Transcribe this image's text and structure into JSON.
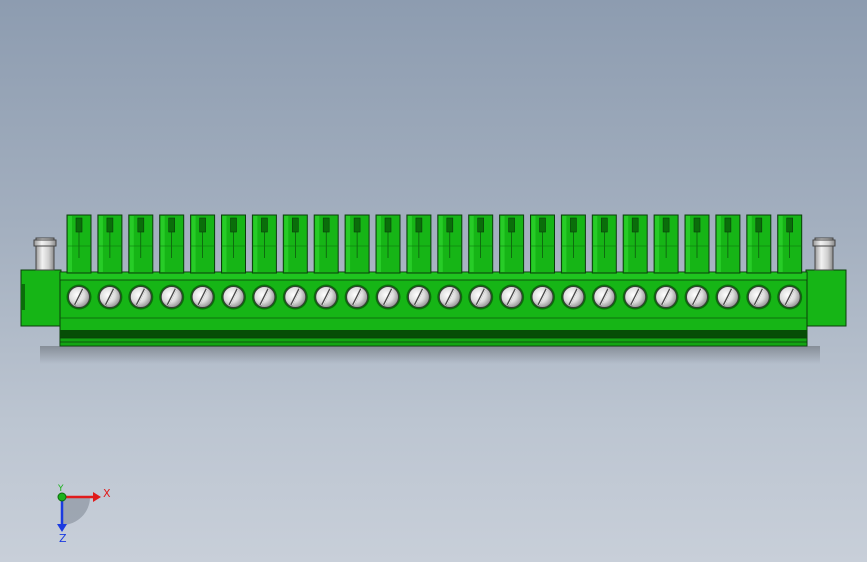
{
  "viewport": {
    "background_top": "#8d9cb0",
    "background_bottom": "#c8cfd9"
  },
  "model": {
    "body_color": "#16b516",
    "body_dark": "#0a6e0a",
    "body_highlight": "#2fd62f",
    "outline_color": "#0b3d0b",
    "screw_color": "#e6e6e6",
    "pin_color": "#d8d8d8",
    "terminal_count": 24,
    "icons": {
      "screw": "slotted-screw-icon",
      "post": "mounting-post-icon"
    }
  },
  "triad": {
    "x_label": "X",
    "y_label": "Y",
    "z_label": "Z",
    "x_color": "#e01b1b",
    "y_color": "#1bb21b",
    "z_color": "#1b3be0"
  }
}
